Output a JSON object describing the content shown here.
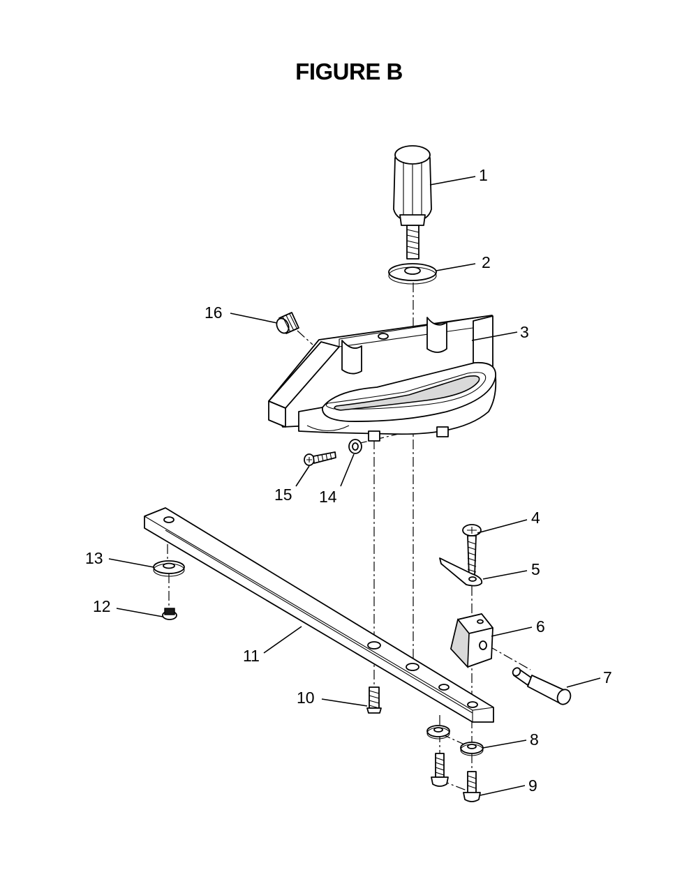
{
  "figure": {
    "title": "FIGURE B"
  },
  "callouts": [
    "1",
    "2",
    "3",
    "4",
    "5",
    "6",
    "7",
    "8",
    "9",
    "10",
    "11",
    "12",
    "13",
    "14",
    "15",
    "16"
  ]
}
